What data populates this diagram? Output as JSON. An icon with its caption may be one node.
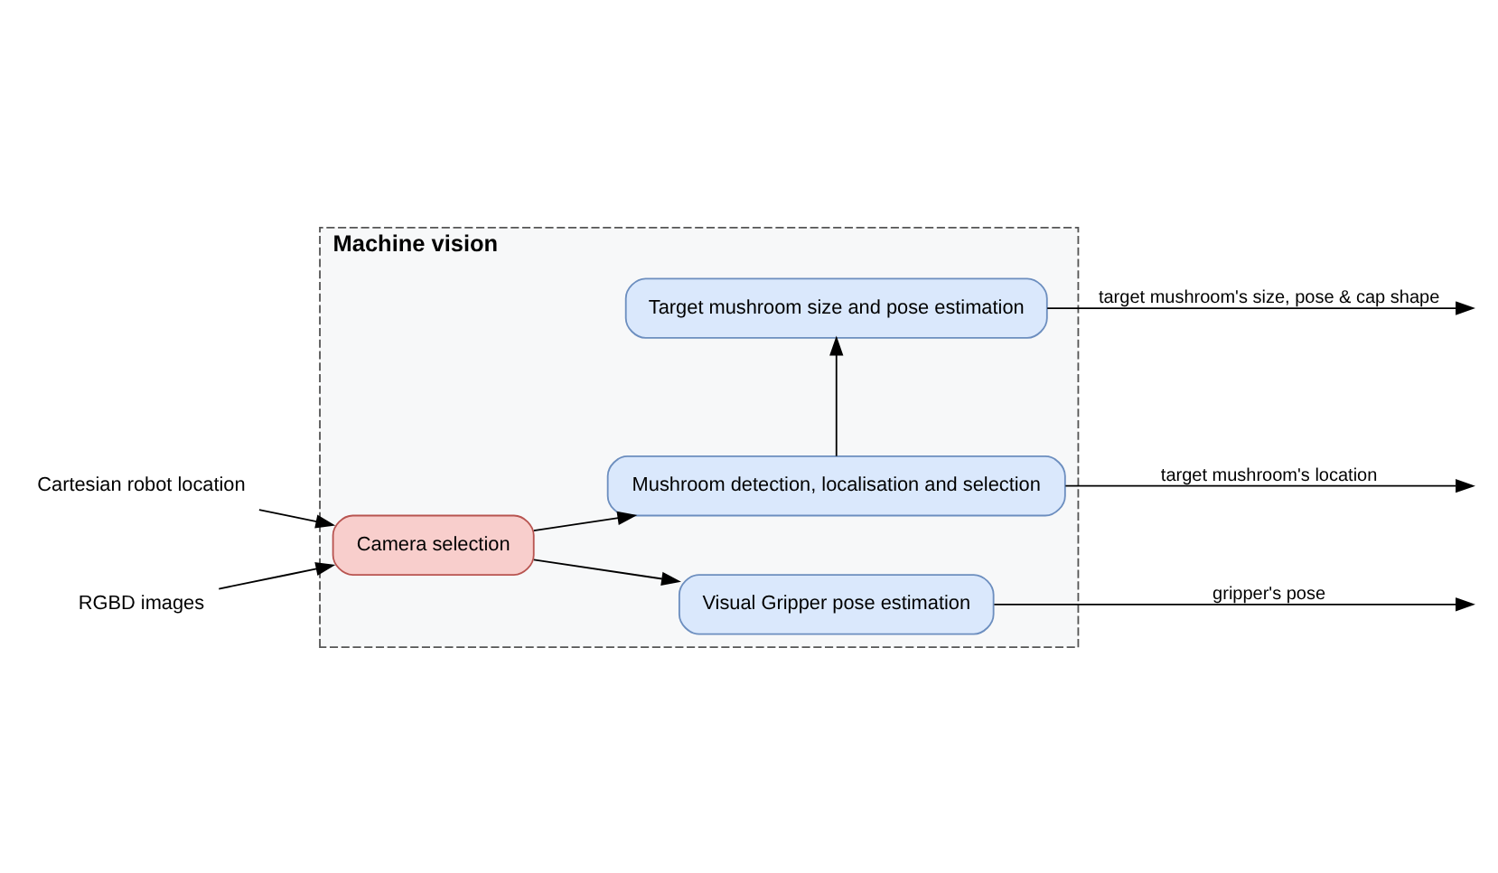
{
  "diagram": {
    "nodes": [
      {
        "text": [
          "Machine vision"
        ]
      },
      {
        "text": [
          "Camera selection"
        ],
        "in": 0
      },
      {
        "text": [
          "Mushroom detection, localisation and selection"
        ],
        "in": 0
      },
      {
        "text": [
          "Target mushroom size and pose estimation"
        ],
        "in": 0
      },
      {
        "text": [
          "Visual Gripper pose estimation"
        ],
        "in": 0
      },
      {
        "text": [
          "Cartesian robot location"
        ]
      },
      {
        "text": [
          "RGBD images"
        ]
      }
    ],
    "edges": [
      {
        "from": 5,
        "to": 1,
        "arrow": "to"
      },
      {
        "from": 6,
        "to": 1,
        "arrow": "to"
      },
      {
        "from": 1,
        "to": 2,
        "arrow": "to"
      },
      {
        "from": 1,
        "to": 4,
        "arrow": "to"
      },
      {
        "from": 2,
        "to": 3,
        "arrow": "to"
      },
      {
        "from": 2,
        "to": null,
        "arrow": "to",
        "label": "target mushroom's location"
      },
      {
        "from": 3,
        "to": null,
        "arrow": "to",
        "label": "target mushroom's size, pose & cap shape"
      },
      {
        "from": 4,
        "to": null,
        "arrow": "to",
        "label": "gripper's pose"
      }
    ]
  }
}
